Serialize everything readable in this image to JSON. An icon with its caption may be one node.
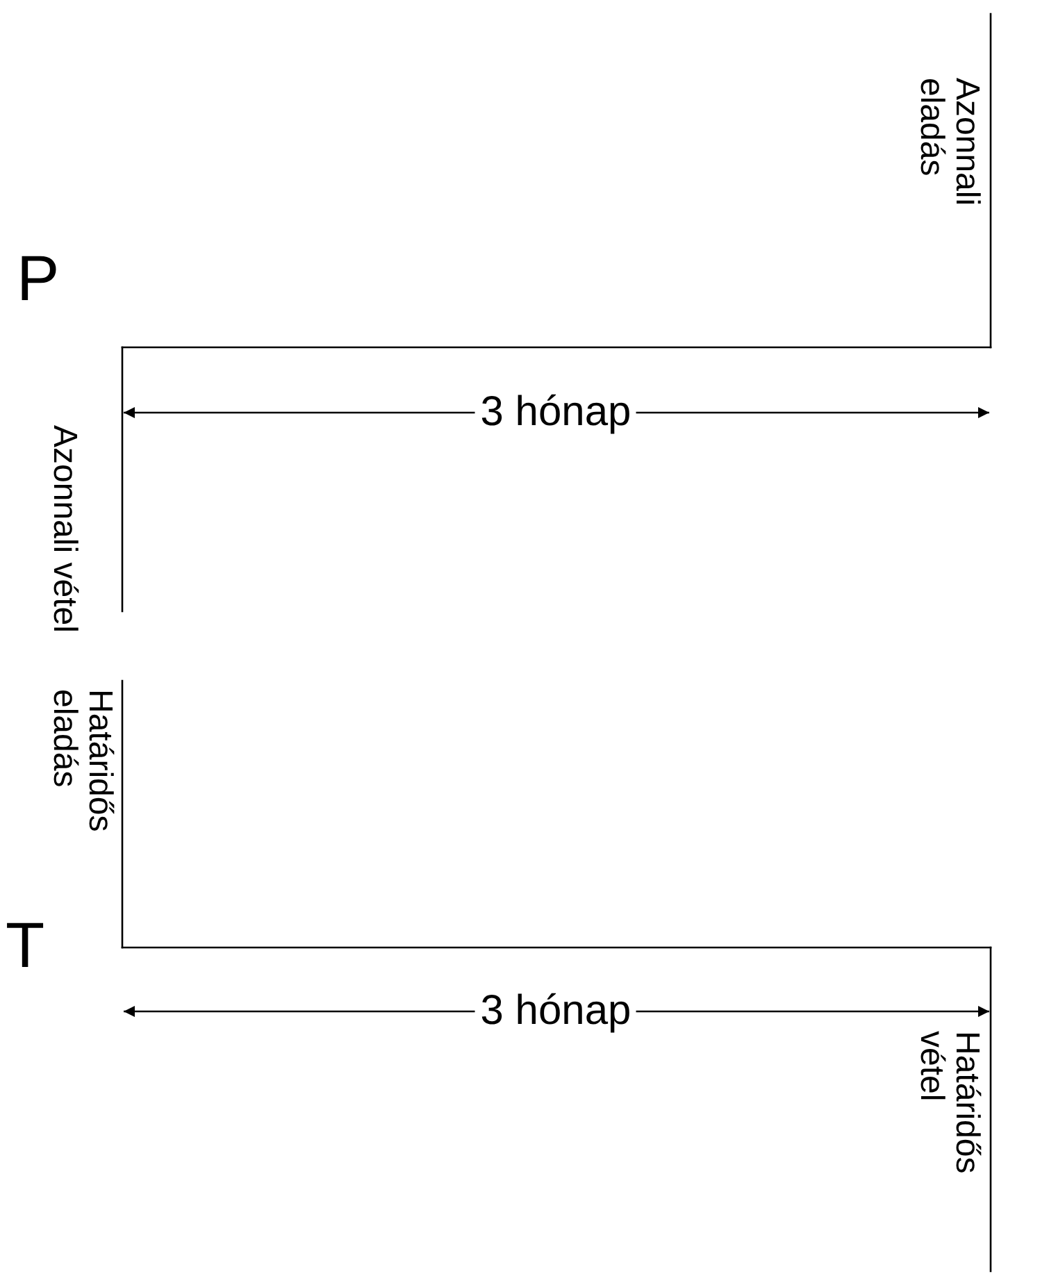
{
  "diagram": {
    "labels": [
      "Azonnali eladás",
      "P",
      "3 hónap",
      "Azonnali vétel",
      "Határidős eladás",
      "T",
      "3 hónap",
      "Határidős vétel"
    ]
  }
}
